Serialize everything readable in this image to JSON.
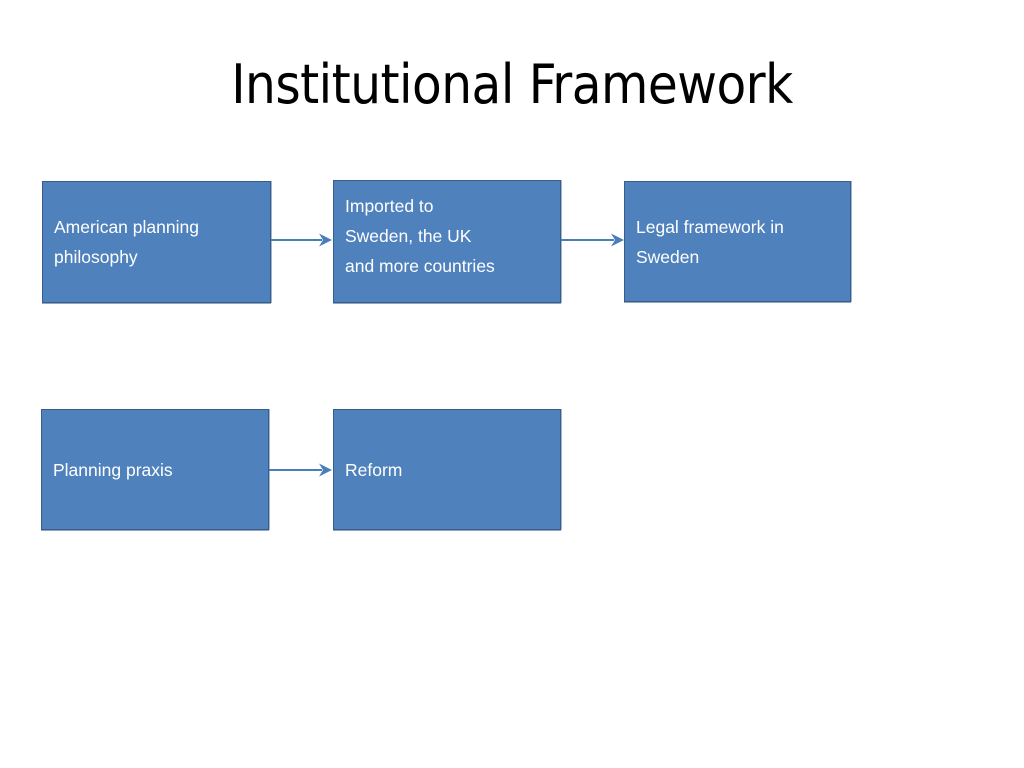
{
  "slide": {
    "title": "Institutional Framework",
    "background_color": "#FFFFFF"
  },
  "theme": {
    "box_fill": "#4F81BD",
    "box_border": "#385D8A",
    "box_text_color": "#FFFFFF",
    "arrow_color": "#4A7EBB",
    "title_color": "#000000"
  },
  "diagram": {
    "rows": [
      {
        "name": "top-row",
        "boxes": [
          {
            "id": "american-planning-philosophy",
            "label": "American planning philosophy",
            "align": "center"
          },
          {
            "id": "imported-to-countries",
            "label": "Imported to\nSweden, the UK\nand more countries",
            "align": "top"
          },
          {
            "id": "legal-framework-sweden",
            "label": "Legal framework in Sweden",
            "align": "center"
          }
        ],
        "connectors": [
          {
            "id": "arrow-philosophy-to-imported",
            "from": "american-planning-philosophy",
            "to": "imported-to-countries",
            "type": "arrow-right"
          },
          {
            "id": "arrow-imported-to-legal",
            "from": "imported-to-countries",
            "to": "legal-framework-sweden",
            "type": "arrow-right"
          }
        ]
      },
      {
        "name": "bottom-row",
        "boxes": [
          {
            "id": "planning-praxis",
            "label": "Planning praxis",
            "align": "center"
          },
          {
            "id": "reform",
            "label": "Reform",
            "align": "center"
          }
        ],
        "connectors": [
          {
            "id": "arrow-praxis-to-reform",
            "from": "planning-praxis",
            "to": "reform",
            "type": "arrow-right"
          }
        ]
      }
    ]
  }
}
